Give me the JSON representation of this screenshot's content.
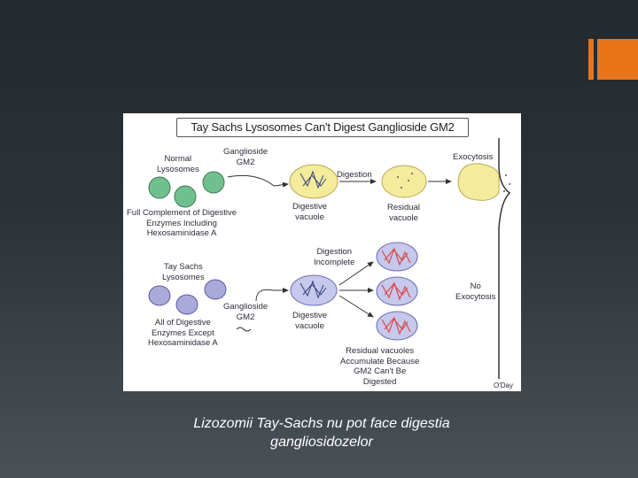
{
  "slide": {
    "caption_line1": "Lizozomii Tay-Sachs nu pot face digestia",
    "caption_line2": "gangliosidozelor",
    "accent_color": "#e8751a",
    "background_color": "#2b3238"
  },
  "figure": {
    "title": "Tay Sachs Lysosomes Can't Digest Ganglioside GM2",
    "credit": "O'Day",
    "normal_row": {
      "lysosomes_label": "Normal\nLysosomes",
      "ganglioside_label": "Ganglioside\nGM2",
      "enzymes_label": "Full Complement of Digestive\nEnzymes Including\nHexosaminidase A",
      "digestion_label": "Digestion",
      "digestive_vacuole_label": "Digestive\nvacuole",
      "residual_vacuole_label": "Residual\nvacuole",
      "exocytosis_label": "Exocytosis",
      "lysosome_color": "#6fc08d",
      "vacuole_color": "#f4ec9c"
    },
    "tay_sachs_row": {
      "lysosomes_label": "Tay Sachs\nLysosomes",
      "enzymes_label": "All of Digestive\nEnzymes Except\nHexosaminidase A",
      "ganglioside_label": "Ganglioside\nGM2",
      "digestion_incomplete_label": "Digestion\nIncomplete",
      "digestive_vacuole_label": "Digestive\nvacuole",
      "residual_label": "Residual vacuoles\nAccumulate Because\nGM2 Can't Be\nDigested",
      "no_exocytosis_label": "No\nExocytosis",
      "lysosome_color": "#a9a9dc",
      "residual_color": "#d84a4a"
    }
  }
}
